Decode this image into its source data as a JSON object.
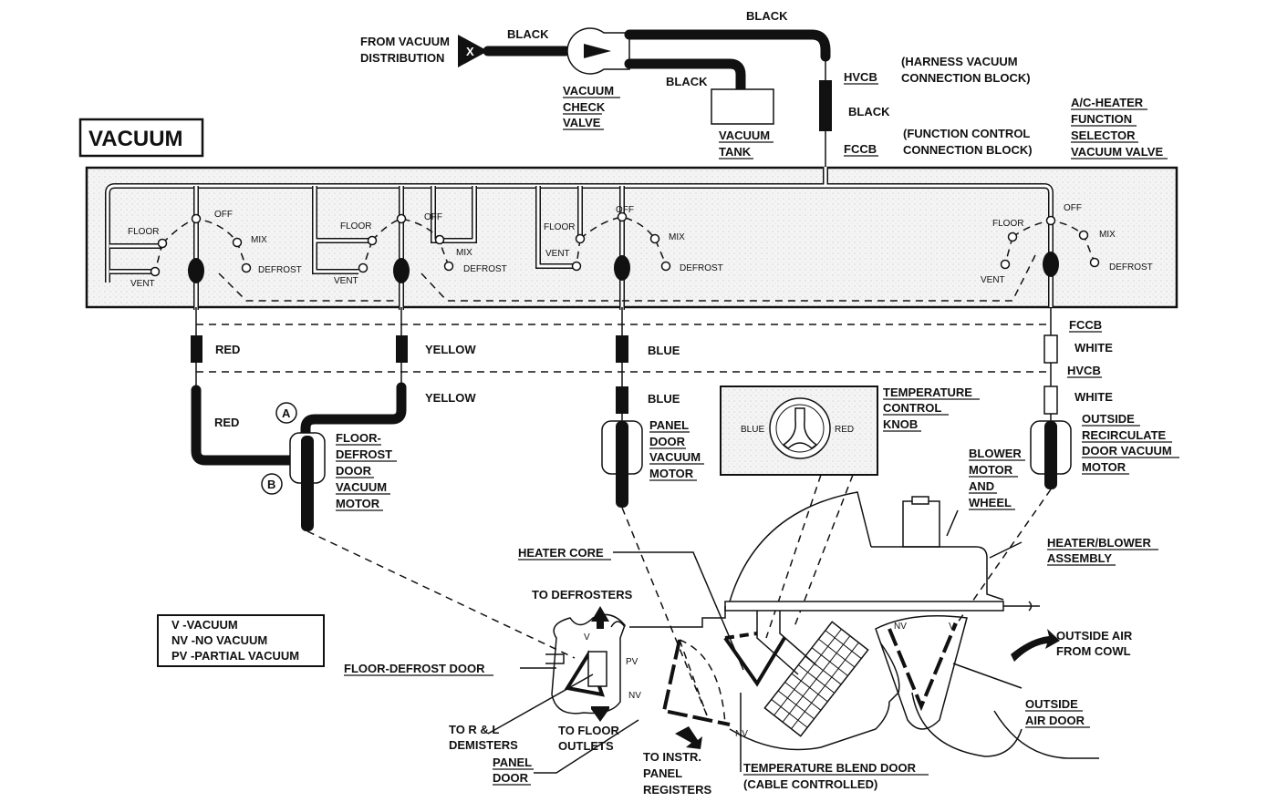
{
  "title": "VACUUM",
  "source": {
    "line1": "FROM VACUUM",
    "line2": "DISTRIBUTION",
    "marker": "X"
  },
  "hoses": {
    "black_1": "BLACK",
    "black_2": "BLACK",
    "black_3": "BLACK",
    "black_4": "BLACK",
    "red_1": "RED",
    "red_2": "RED",
    "yellow_1": "YELLOW",
    "yellow_2": "YELLOW",
    "blue_1": "BLUE",
    "blue_2": "BLUE",
    "white_1": "WHITE",
    "white_2": "WHITE"
  },
  "check_valve": [
    "VACUUM",
    "CHECK",
    "VALVE"
  ],
  "tank": [
    "VACUUM",
    "TANK"
  ],
  "hvcb": {
    "code": "HVCB",
    "desc": [
      "(HARNESS VACUUM",
      "CONNECTION BLOCK)"
    ]
  },
  "fccb": {
    "code": "FCCB",
    "desc": [
      "(FUNCTION CONTROL",
      "CONNECTION BLOCK)"
    ]
  },
  "selector_valve": [
    "A/C-HEATER",
    "FUNCTION",
    "SELECTOR",
    "VACUUM VALVE"
  ],
  "switch_positions": {
    "floor": "FLOOR",
    "vent": "VENT",
    "off": "OFF",
    "mix": "MIX",
    "defrost": "DEFROST"
  },
  "lower_fccb": "FCCB",
  "lower_hvcb": "HVCB",
  "port_a": "A",
  "port_b": "B",
  "floor_defrost_motor": [
    "FLOOR-",
    "DEFROST",
    "DOOR",
    "VACUUM",
    "MOTOR"
  ],
  "panel_motor": [
    "PANEL",
    "DOOR",
    "VACUUM",
    "MOTOR"
  ],
  "temp_knob": {
    "blue": "BLUE",
    "red": "RED",
    "label": [
      "TEMPERATURE",
      "CONTROL",
      "KNOB"
    ]
  },
  "blower": [
    "BLOWER",
    "MOTOR",
    "AND",
    "WHEEL"
  ],
  "recirc_motor": [
    "OUTSIDE",
    "RECIRCULATE",
    "DOOR VACUUM",
    "MOTOR"
  ],
  "heater_blower": [
    "HEATER/BLOWER",
    "ASSEMBLY"
  ],
  "heater_core": "HEATER CORE",
  "to_defrosters": "TO DEFROSTERS",
  "legend": [
    "V  -VACUUM",
    "NV  -NO VACUUM",
    "PV  -PARTIAL VACUUM"
  ],
  "floor_defrost_door": "FLOOR-DEFROST DOOR",
  "door_marks": {
    "v": "V",
    "pv": "PV",
    "nv": "NV"
  },
  "outside_air": [
    "OUTSIDE AIR",
    "FROM COWL"
  ],
  "outside_air_door": [
    "OUTSIDE",
    "AIR DOOR"
  ],
  "demisters": [
    "TO R & L",
    "DEMISTERS"
  ],
  "floor_outlets": [
    "TO FLOOR",
    "OUTLETS"
  ],
  "panel_door": [
    "PANEL",
    "DOOR"
  ],
  "instr_panel": [
    "TO INSTR.",
    "PANEL",
    "REGISTERS"
  ],
  "blend_door": [
    "TEMPERATURE BLEND DOOR",
    "(CABLE CONTROLLED)"
  ]
}
